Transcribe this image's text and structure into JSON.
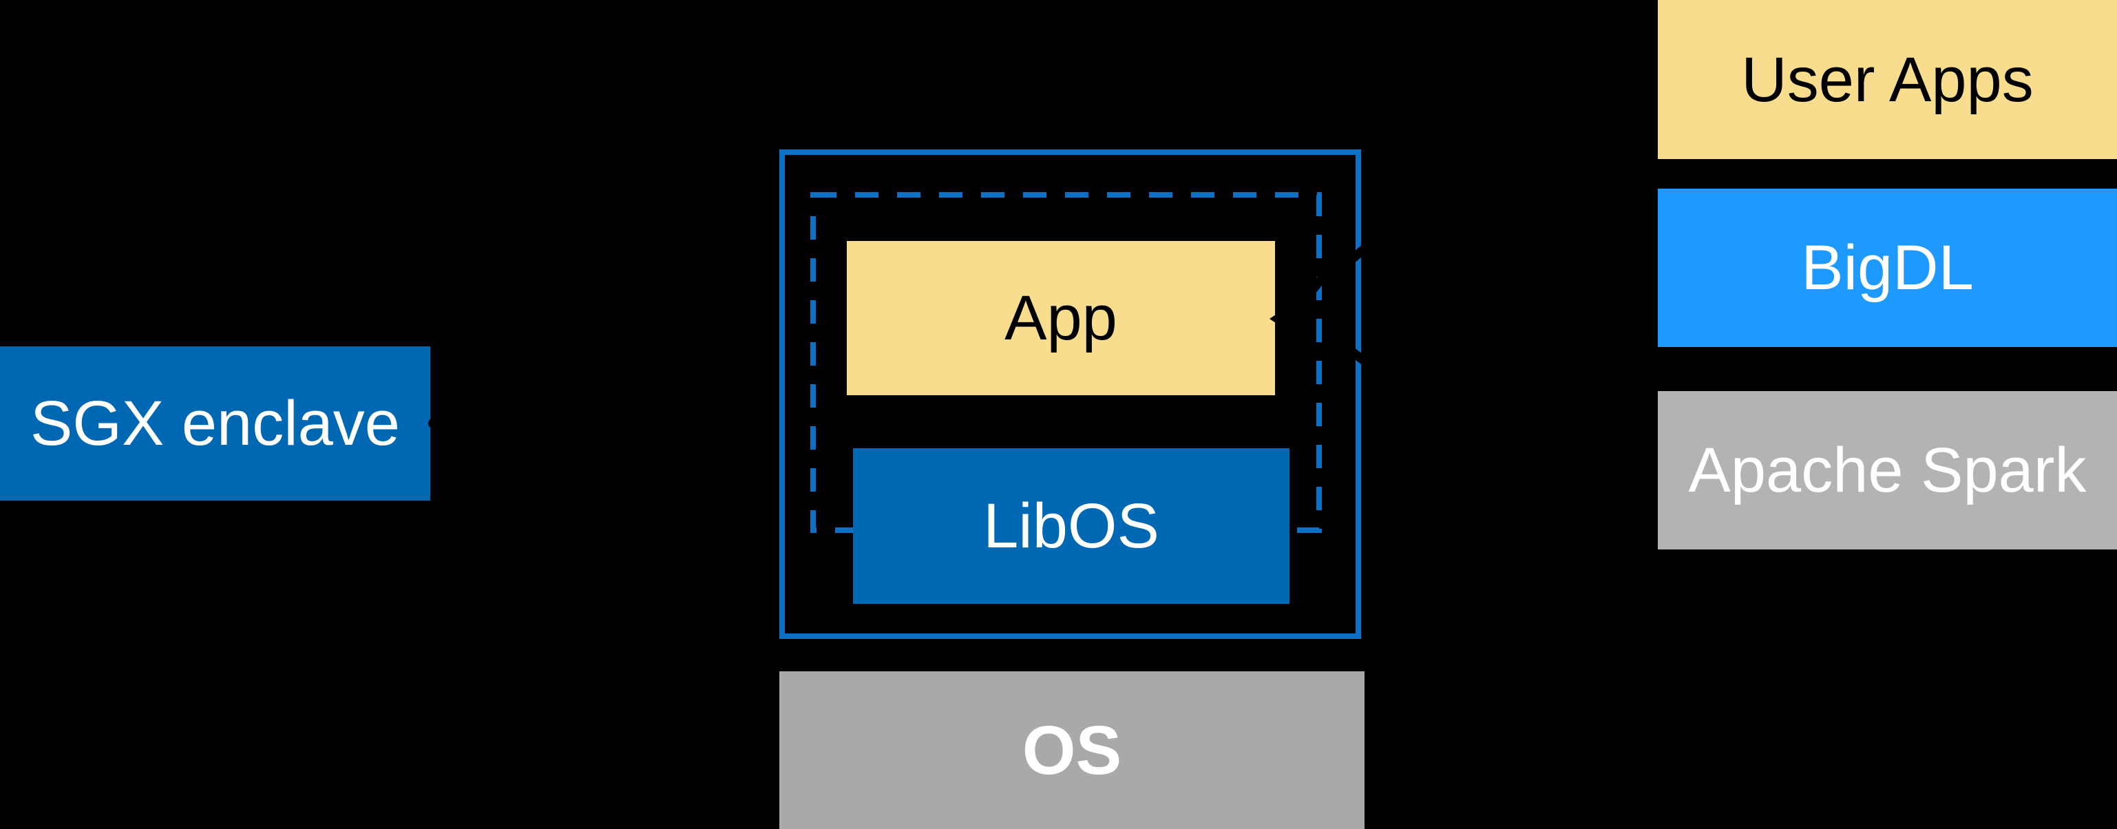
{
  "diagram": {
    "background": "#000000",
    "boxes": {
      "sgx_enclave": {
        "label": "SGX enclave",
        "fill": "#0068b2",
        "text_color": "#ffffff"
      },
      "app": {
        "label": "App",
        "fill": "#f7dd8d",
        "text_color": "#000000"
      },
      "libos": {
        "label": "LibOS",
        "fill": "#0068b2",
        "text_color": "#ffffff"
      },
      "os": {
        "label": "OS",
        "fill": "#a9a9a9",
        "text_color": "#ffffff"
      },
      "user_apps": {
        "label": "User Apps",
        "fill": "#f7dd8d",
        "text_color": "#000000"
      },
      "bigdl": {
        "label": "BigDL",
        "fill": "#1e9aff",
        "text_color": "#ffffff"
      },
      "apache_spark": {
        "label": "Apache Spark",
        "fill": "#b3b3b3",
        "text_color": "#ffffff"
      }
    },
    "outlines": {
      "enclave_solid_border_color": "#0c70c5",
      "enclave_dashed_border_color": "#0c70c5"
    },
    "markers": {
      "arrow_color": "#000000"
    }
  }
}
